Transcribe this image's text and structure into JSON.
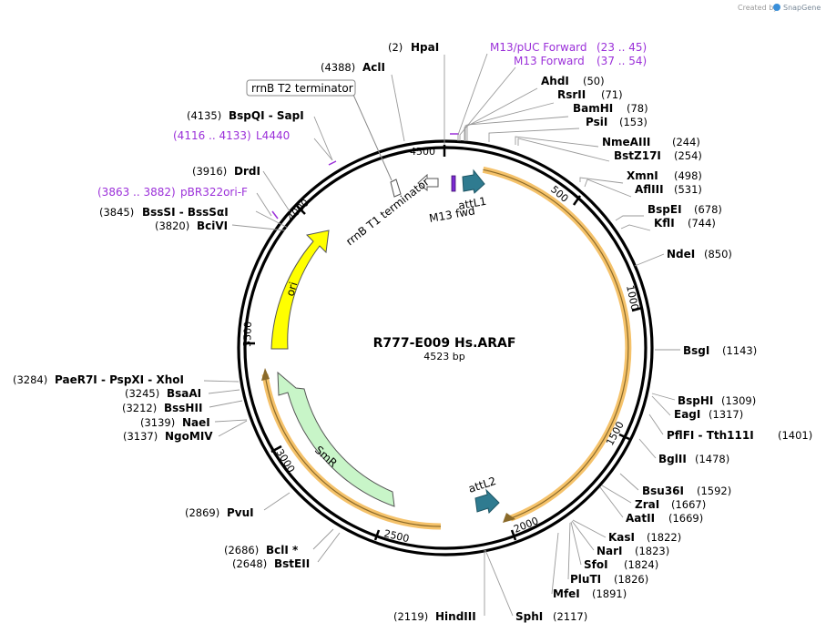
{
  "credit": {
    "prefix": "Created by",
    "brand": "SnapGene"
  },
  "plasmid": {
    "name": "R777-E009 Hs.ARAF",
    "length_label": "4523 bp",
    "length": 4523
  },
  "ticks": [
    "500",
    "1000",
    "1500",
    "2000",
    "2500",
    "3000",
    "3500",
    "4000",
    "4500"
  ],
  "features": [
    {
      "name": "attL1",
      "color": "#2f7b90"
    },
    {
      "name": "attL2",
      "color": "#2f7b90"
    },
    {
      "name": "ori",
      "color": "#ffff00"
    },
    {
      "name": "SmR",
      "color": "#c8f5c8"
    },
    {
      "name": "M13 fwd",
      "color": "#7b2ad1"
    },
    {
      "name": "rrnB T1 terminator",
      "color": "#ffffff"
    },
    {
      "name": "rrnB T2 terminator",
      "color": "#ffffff"
    }
  ],
  "primers": [
    {
      "name": "M13/pUC Forward",
      "range": "(23 .. 45)"
    },
    {
      "name": "M13 Forward",
      "range": "(37 .. 54)"
    },
    {
      "name": "L4440",
      "range": "(4116 .. 4133)"
    },
    {
      "name": "pBR322ori-F",
      "range": "(3863 .. 3882)"
    }
  ],
  "sites": [
    {
      "name": "HpaI",
      "pos": "(2)"
    },
    {
      "name": "AclI",
      "pos": "(4388)"
    },
    {
      "name": "AhdI",
      "pos": "(50)"
    },
    {
      "name": "RsrII",
      "pos": "(71)"
    },
    {
      "name": "BamHI",
      "pos": "(78)"
    },
    {
      "name": "PsiI",
      "pos": "(153)"
    },
    {
      "name": "NmeAIII",
      "pos": "(244)"
    },
    {
      "name": "BstZ17I",
      "pos": "(254)"
    },
    {
      "name": "XmnI",
      "pos": "(498)"
    },
    {
      "name": "AflIII",
      "pos": "(531)"
    },
    {
      "name": "BspEI",
      "pos": "(678)"
    },
    {
      "name": "KflI",
      "pos": "(744)"
    },
    {
      "name": "NdeI",
      "pos": "(850)"
    },
    {
      "name": "BsgI",
      "pos": "(1143)"
    },
    {
      "name": "BspHI",
      "pos": "(1309)"
    },
    {
      "name": "EagI",
      "pos": "(1317)"
    },
    {
      "name": "PflFI - Tth111I",
      "pos": "(1401)"
    },
    {
      "name": "BglII",
      "pos": "(1478)"
    },
    {
      "name": "Bsu36I",
      "pos": "(1592)"
    },
    {
      "name": "ZraI",
      "pos": "(1667)"
    },
    {
      "name": "AatII",
      "pos": "(1669)"
    },
    {
      "name": "KasI",
      "pos": "(1822)"
    },
    {
      "name": "NarI",
      "pos": "(1823)"
    },
    {
      "name": "SfoI",
      "pos": "(1824)"
    },
    {
      "name": "PluTI",
      "pos": "(1826)"
    },
    {
      "name": "MfeI",
      "pos": "(1891)"
    },
    {
      "name": "SphI",
      "pos": "(2117)"
    },
    {
      "name": "HindIII",
      "pos": "(2119)"
    },
    {
      "name": "BstEII",
      "pos": "(2648)"
    },
    {
      "name": "BclI *",
      "pos": "(2686)"
    },
    {
      "name": "PvuI",
      "pos": "(2869)"
    },
    {
      "name": "NgoMIV",
      "pos": "(3137)"
    },
    {
      "name": "NaeI",
      "pos": "(3139)"
    },
    {
      "name": "BssHII",
      "pos": "(3212)"
    },
    {
      "name": "BsaAI",
      "pos": "(3245)"
    },
    {
      "name": "PaeR7I - PspXI - XhoI",
      "pos": "(3284)"
    },
    {
      "name": "BciVI",
      "pos": "(3820)"
    },
    {
      "name": "BssSI - BssSαI",
      "pos": "(3845)"
    },
    {
      "name": "DrdI",
      "pos": "(3916)"
    },
    {
      "name": "BspQI - SapI",
      "pos": "(4135)"
    }
  ]
}
